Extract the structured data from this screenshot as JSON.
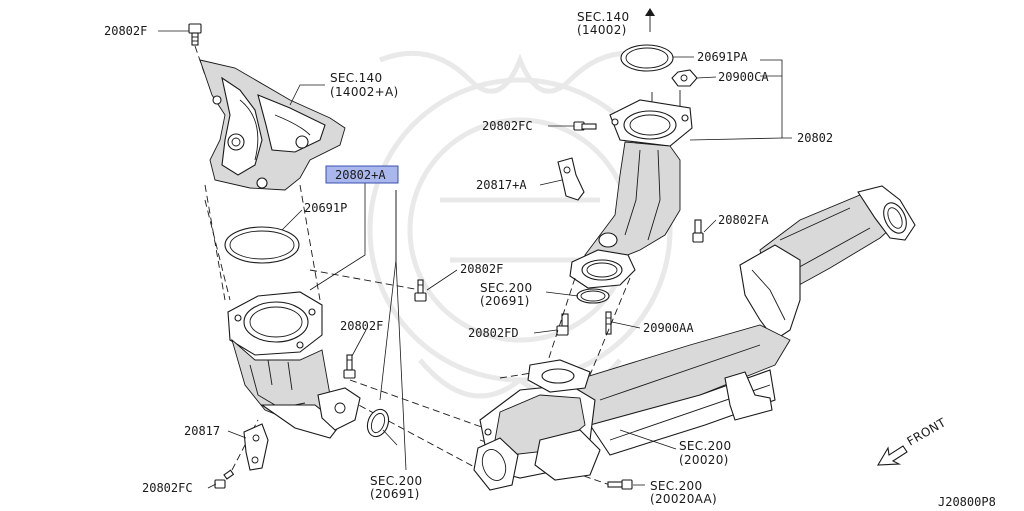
{
  "diagram": {
    "highlight_color": "#a9b7ec",
    "line_color": "#1a1a1a",
    "background": "#ffffff",
    "code": "J20800P8",
    "front_label": "FRONT",
    "labels": {
      "l20802F_top": "20802F",
      "sec140_a1": "SEC.140",
      "sec140_a2": "(14002+A)",
      "l20802A": "20802+A",
      "l20691P": "20691P",
      "l20802F_mid": "20802F",
      "l20802F_low": "20802F",
      "l20817": "20817",
      "l20802FC_bot": "20802FC",
      "sec200_a1": "SEC.200",
      "sec200_a2": "(20691)",
      "sec140_b1": "SEC.140",
      "sec140_b2": "(14002)",
      "l20691PA": "20691PA",
      "l20900CA": "20900CA",
      "l20802FC_top": "20802FC",
      "l20802": "20802",
      "l20817A": "20817+A",
      "l20802FA": "20802FA",
      "sec200_b1": "SEC.200",
      "sec200_b2": "(20691)",
      "l20802FD": "20802FD",
      "l20900AA": "20900AA",
      "sec200_c1": "SEC.200",
      "sec200_c2": "(20020)",
      "sec200_d1": "SEC.200",
      "sec200_d2": "(20020AA)"
    }
  }
}
